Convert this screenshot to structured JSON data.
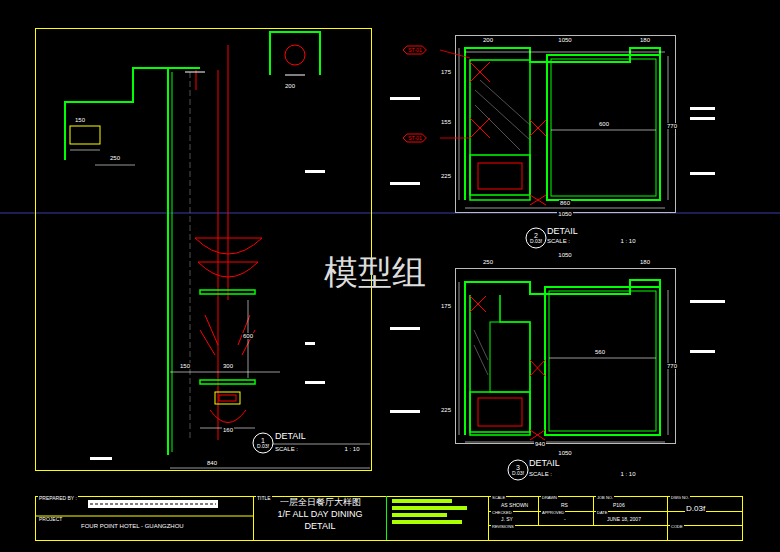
{
  "diagram": {
    "nodes": [
      {
        "text": [
          "1",
          "D.03f"
        ]
      },
      {
        "text": [
          "2",
          "D.03f"
        ]
      },
      {
        "text": [
          "3",
          "D.03f"
        ]
      },
      {
        "text": [
          "ST-01"
        ]
      },
      {
        "text": [
          "ST-01"
        ]
      }
    ],
    "labels": [
      "150",
      "250",
      "200",
      "150",
      "300",
      "600",
      "160",
      "840",
      "DETAIL",
      "SCALE :",
      "1 : 10",
      "1050",
      "200",
      "180",
      "175",
      "155",
      "600",
      "770",
      "225",
      "860",
      "1050",
      "DETAIL",
      "SCALE :",
      "1 : 10",
      "1050",
      "250",
      "180",
      "175",
      "560",
      "770",
      "225",
      "940",
      "1050",
      "DETAIL",
      "SCALE :",
      "1 : 10",
      "PREPARED BY :",
      "PROJECT",
      "FOUR POINT HOTEL - GUANGZHOU",
      "TITLE",
      "一层全日餐厅大样图",
      "1/F ALL DAY DINING",
      "DETAIL",
      "SCALE",
      "AS SHOWN",
      "DRAWN",
      "RS",
      "CHECKED",
      "J. SY",
      "APPROVED",
      "-",
      "JOB NO.",
      "P106",
      "DATE",
      "JUNE 18, 2007",
      "DWG NO.",
      "D.03f",
      "CODE",
      "REVISIONS",
      "模型组"
    ]
  }
}
